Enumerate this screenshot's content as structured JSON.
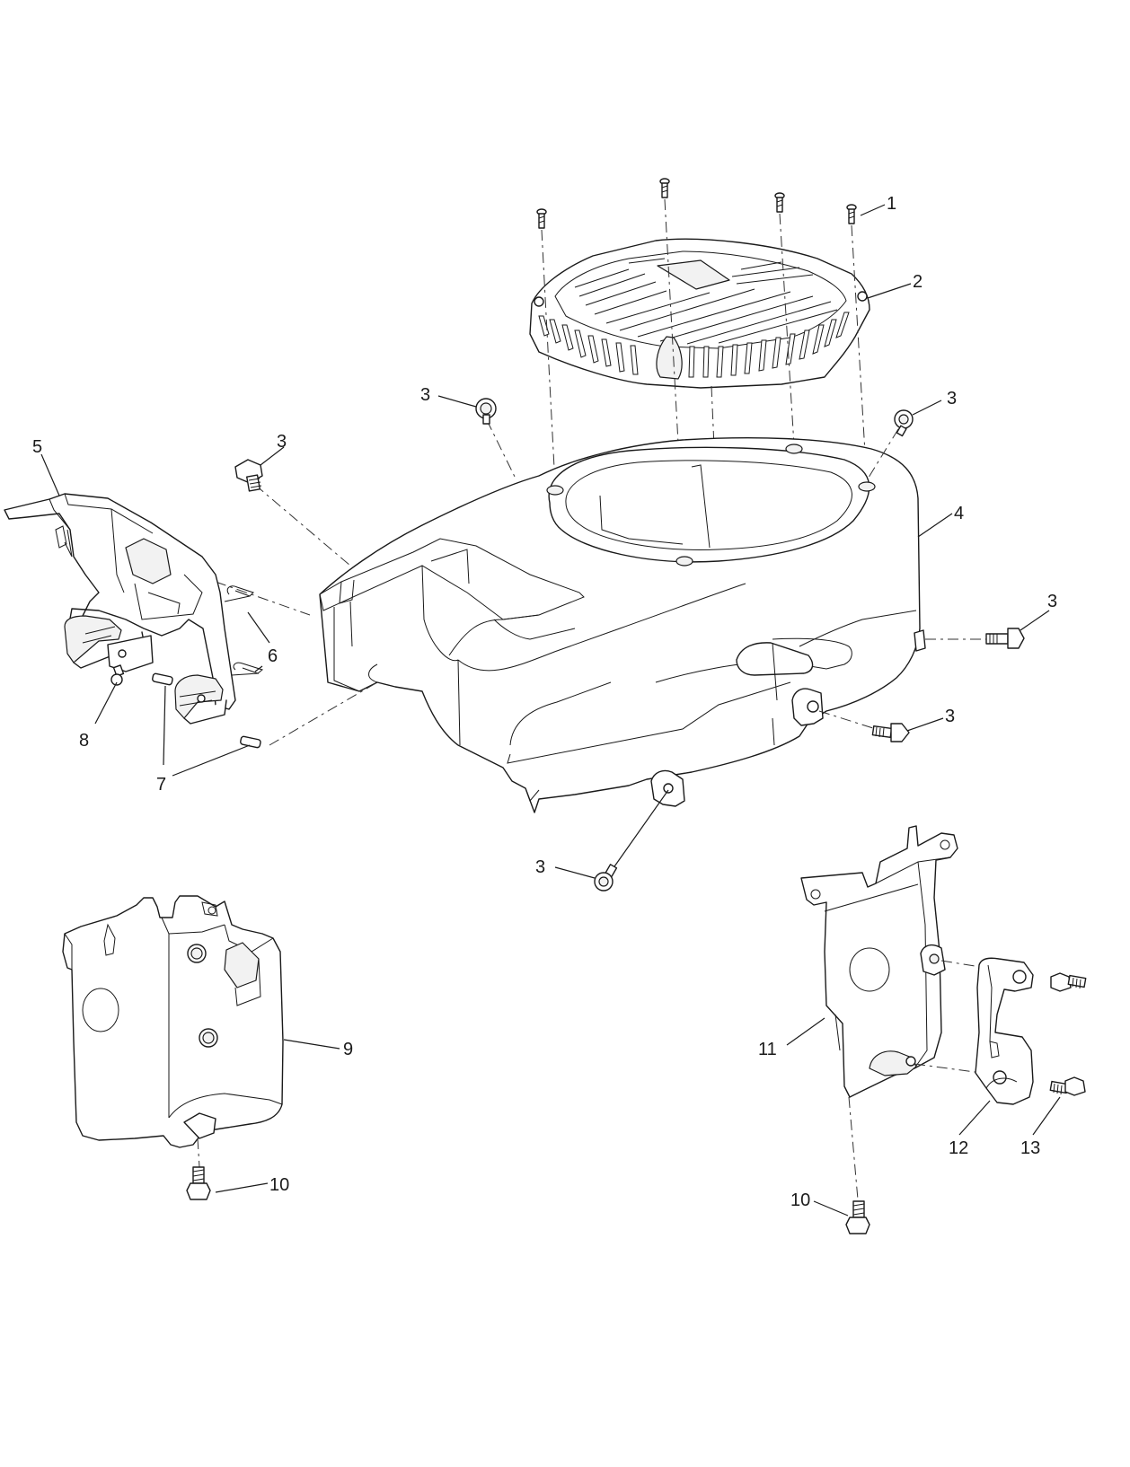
{
  "callouts": {
    "c1": "1",
    "c2": "2",
    "c3a": "3",
    "c3b": "3",
    "c3c": "3",
    "c3d": "3",
    "c3e": "3",
    "c3f": "3",
    "c4": "4",
    "c5": "5",
    "c6": "6",
    "c7": "7",
    "c8": "8",
    "c9": "9",
    "c10a": "10",
    "c10b": "10",
    "c11": "11",
    "c12": "12",
    "c13": "13"
  }
}
